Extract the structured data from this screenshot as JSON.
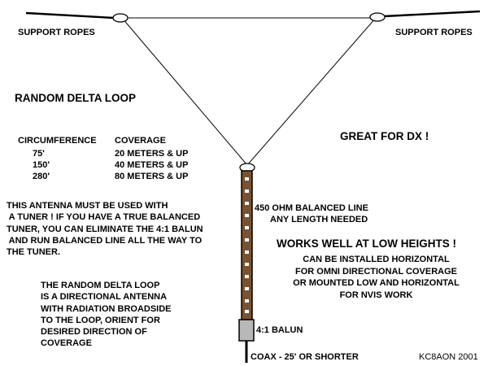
{
  "labels": {
    "support_left": "SUPPORT ROPES",
    "support_right": "SUPPORT ROPES",
    "title": "RANDOM DELTA LOOP",
    "great_for_dx": "GREAT FOR DX !",
    "balanced_line": [
      "450 OHM BALANCED LINE",
      "ANY LENGTH NEEDED"
    ],
    "low_heights": "WORKS WELL AT LOW HEIGHTS !",
    "install_note": [
      "CAN BE INSTALLED HORIZONTAL",
      "FOR OMNI DIRECTIONAL COVERAGE",
      "OR MOUNTED LOW AND HORIZONTAL",
      "FOR NVIS WORK"
    ],
    "tuner_note": [
      "THIS ANTENNA MUST BE USED WITH",
      " A TUNER ! IF YOU HAVE A TRUE BALANCED",
      "TUNER, YOU CAN ELIMINATE THE 4:1 BALUN",
      " AND RUN BALANCED LINE ALL THE WAY TO",
      "THE TUNER."
    ],
    "directional_note": [
      "THE RANDOM DELTA LOOP",
      "IS A DIRECTIONAL ANTENNA",
      "WITH RADIATION BROADSIDE",
      "TO THE LOOP, ORIENT FOR",
      "DESIRED DIRECTION OF",
      "COVERAGE"
    ],
    "balun": "4:1 BALUN",
    "coax": "COAX - 25' OR SHORTER",
    "credit": "KC8AON 2001"
  },
  "table": {
    "headers": [
      "CIRCUMFERENCE",
      "COVERAGE"
    ],
    "rows": [
      [
        "75'",
        "20 METERS & UP"
      ],
      [
        "150'",
        "40 METERS & UP"
      ],
      [
        "280'",
        "80 METERS & UP"
      ]
    ]
  },
  "colors": {
    "line": "#000000",
    "feedline": "#7a5230",
    "feedline_dots": "#ffffff",
    "balun": "#b8b8b8",
    "insulator": "#ffffff"
  }
}
